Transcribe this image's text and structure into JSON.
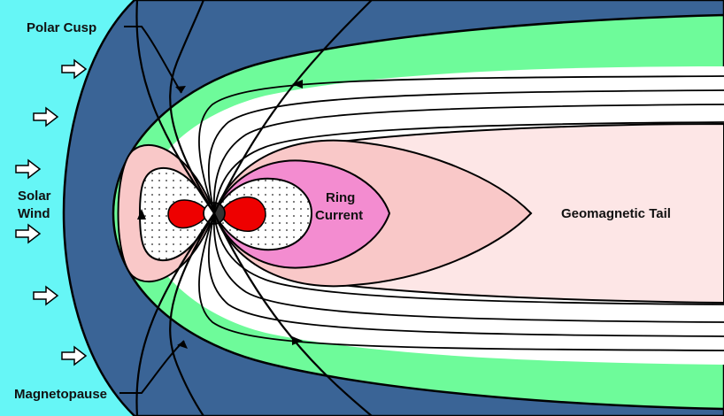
{
  "labels": {
    "polar_cusp": "Polar Cusp",
    "solar_wind_line1": "Solar",
    "solar_wind_line2": "Wind",
    "ring_current_line1": "Ring",
    "ring_current_line2": "Current",
    "geomagnetic_tail": "Geomagnetic Tail",
    "magnetopause": "Magnetopause"
  },
  "colors": {
    "solar_wind_region": "#66f6f6",
    "magnetosheath": "#3a6496",
    "boundary_layer": "#6efb9a",
    "tail_field_region": "#ffffff",
    "plasma_sheet": "#fde6e6",
    "plasma_sphere": "#f9c8c8",
    "ring_current_region": "#f38cd0",
    "radiation_belt": "#ffffff",
    "earth_lobes": "#ee0000",
    "field_line": "#000000",
    "arrow_fill": "#ffffff"
  }
}
